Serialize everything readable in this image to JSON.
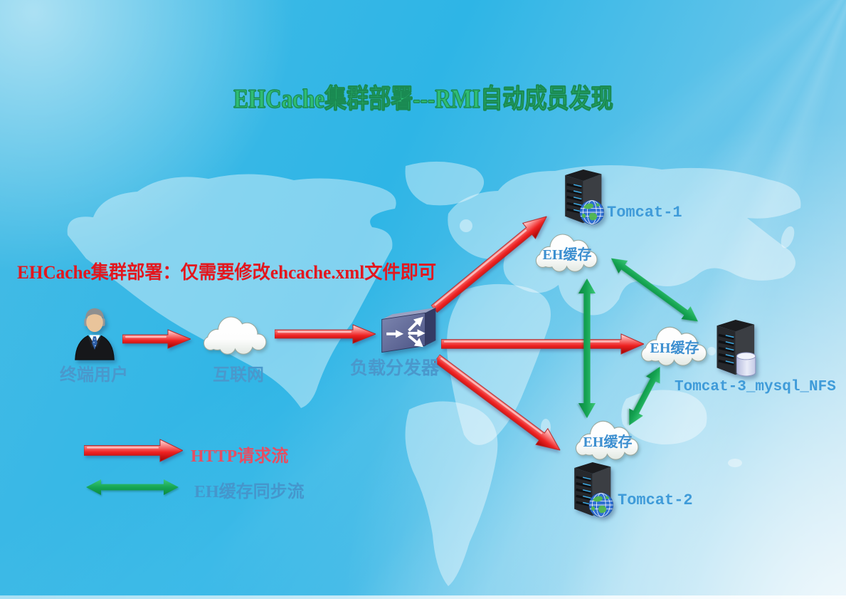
{
  "title": "EHCache集群部署---RMI自动成员发现",
  "annotation": "EHCache集群部署：仅需要修改ehcache.xml文件即可",
  "nodes": {
    "user": {
      "label": "终端用户"
    },
    "internet": {
      "label": "互联网"
    },
    "load_balancer": {
      "label": "负载分发器"
    },
    "tomcat1": {
      "label": "Tomcat-1"
    },
    "tomcat2": {
      "label": "Tomcat-2"
    },
    "tomcat3": {
      "label": "Tomcat-3_mysql_NFS"
    },
    "cache_tomcat1": {
      "label": "EH缓存"
    },
    "cache_tomcat2": {
      "label": "EH缓存"
    },
    "cache_tomcat3": {
      "label": "EH缓存"
    }
  },
  "legend": {
    "http_flow_label": "HTTP请求流",
    "cache_sync_label": "EH缓存同步流"
  },
  "flows": {
    "http_request": [
      {
        "from": "user",
        "to": "internet"
      },
      {
        "from": "internet",
        "to": "load_balancer"
      },
      {
        "from": "load_balancer",
        "to": "tomcat1"
      },
      {
        "from": "load_balancer",
        "to": "cache_tomcat3"
      },
      {
        "from": "load_balancer",
        "to": "tomcat2"
      }
    ],
    "cache_sync": [
      {
        "between": [
          "cache_tomcat1",
          "cache_tomcat2"
        ]
      },
      {
        "between": [
          "cache_tomcat1",
          "cache_tomcat3"
        ]
      },
      {
        "between": [
          "cache_tomcat3",
          "cache_tomcat2"
        ]
      }
    ]
  },
  "colors": {
    "title_green": "#2fbc74",
    "annotation_red": "#e3171e",
    "label_blue": "#4a98cc",
    "tomcat_label_blue": "#3f9bd9",
    "http_arrow_red": "#ee2222",
    "sync_arrow_green": "#12a050",
    "legend_http_red": "#e64e62"
  }
}
